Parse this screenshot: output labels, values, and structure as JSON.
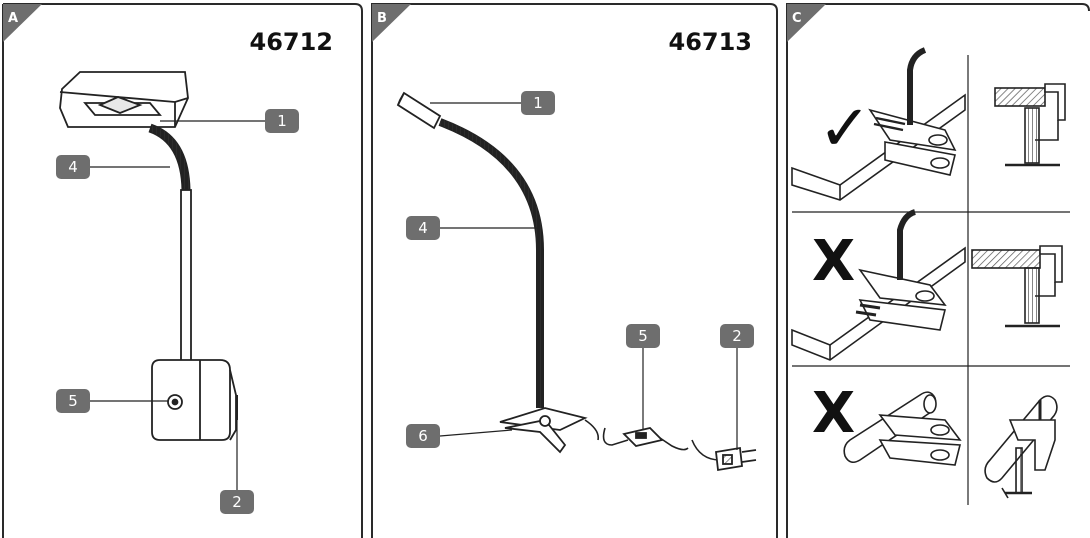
{
  "panels": [
    {
      "id": "A",
      "model": "46712"
    },
    {
      "id": "B",
      "model": "46713"
    },
    {
      "id": "C",
      "model": ""
    }
  ],
  "callouts": {
    "a": [
      "1",
      "4",
      "5",
      "2"
    ],
    "b": [
      "1",
      "4",
      "6",
      "5",
      "2"
    ]
  },
  "marks": {
    "correct": "✓",
    "wrong": "X"
  },
  "colors": {
    "frame": "#2a2a2a",
    "tab": "#6e6e6e",
    "callout": "#6e6e6e"
  }
}
